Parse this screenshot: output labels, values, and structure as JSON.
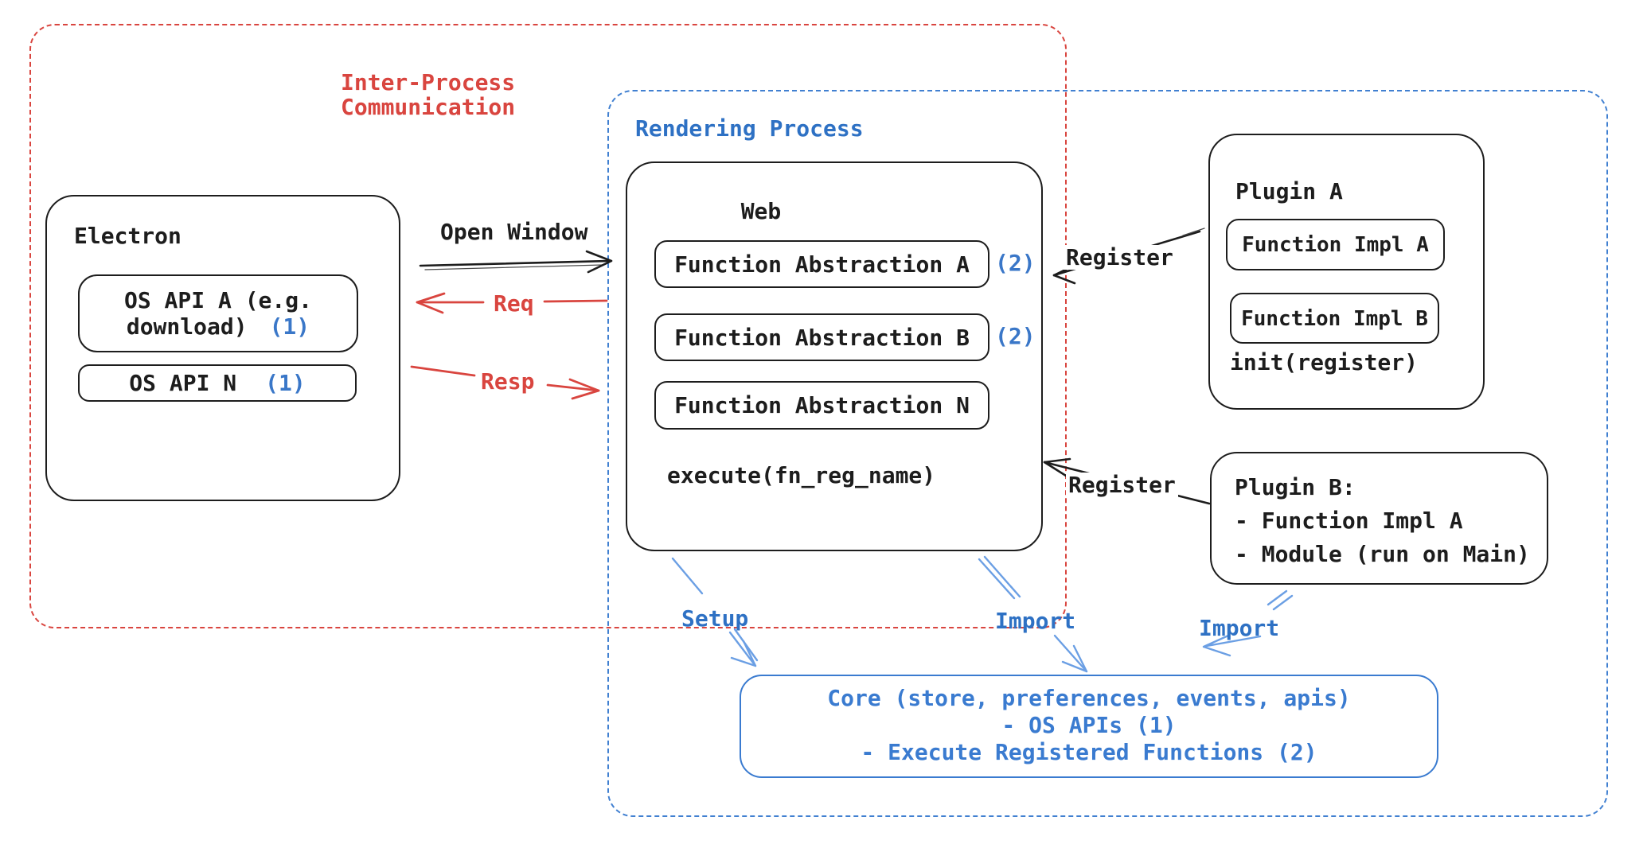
{
  "diagram": {
    "ipc": {
      "label_line1": "Inter-Process",
      "label_line2": "Communication"
    },
    "rendering": {
      "label": "Rendering Process"
    },
    "electron": {
      "title": "Electron",
      "api_a_line1": "OS API A (e.g.",
      "api_a_line2": "download)",
      "api_a_marker": "(1)",
      "api_n": "OS API N",
      "api_n_marker": "(1)"
    },
    "web": {
      "title": "Web",
      "fa_a": "Function Abstraction A",
      "fa_a_marker": "(2)",
      "fa_b": "Function Abstraction B",
      "fa_b_marker": "(2)",
      "fa_n": "Function Abstraction N",
      "execute": "execute(fn_reg_name)"
    },
    "plugin_a": {
      "title": "Plugin A",
      "impl_a": "Function Impl A",
      "impl_b": "Function Impl B",
      "init": "init(register)"
    },
    "plugin_b": {
      "line1": "Plugin B:",
      "line2": "- Function Impl A",
      "line3": "- Module (run on Main)"
    },
    "core": {
      "line1": "Core (store, preferences, events, apis)",
      "line2": "- OS APIs (1)",
      "line3": "- Execute Registered Functions (2)"
    },
    "arrows": {
      "open_window": "Open Window",
      "req": "Req",
      "resp": "Resp",
      "register_top": "Register",
      "register_bottom": "Register",
      "setup": "Setup",
      "import_mid": "Import",
      "import_right": "Import"
    },
    "colors": {
      "red": "#d9453f",
      "blue": "#2e71c4",
      "blue_light": "#6b9fe4",
      "blue_dash": "#4180d1",
      "core_blue": "#3a7bd0",
      "marker_blue": "#3a77c8",
      "black": "#1d1d1d"
    }
  }
}
